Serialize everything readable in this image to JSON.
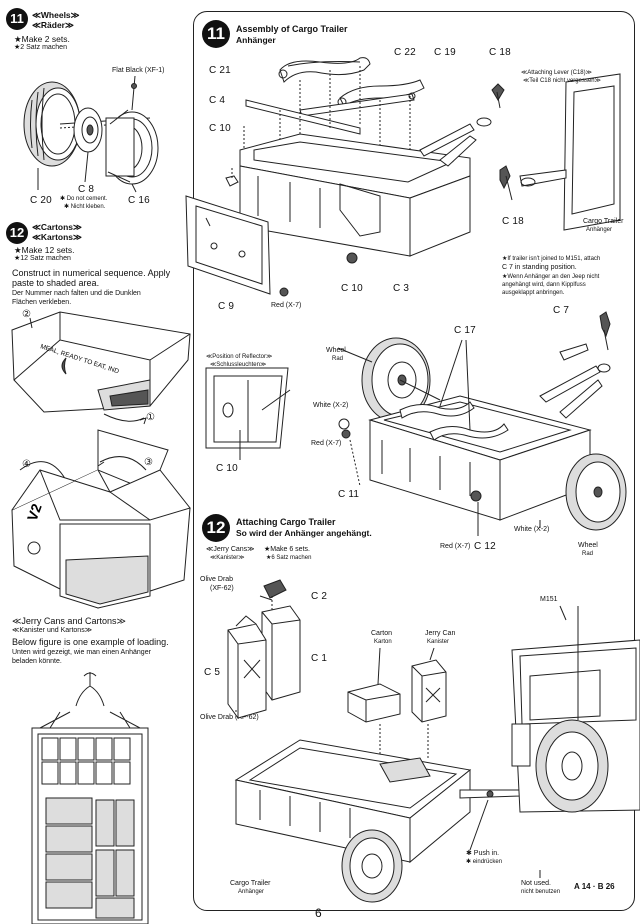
{
  "step11_wheels": {
    "number": "11",
    "title_en": "≪Wheels≫",
    "title_de": "≪Räder≫",
    "note_en": "★Make 2 sets.",
    "note_de": "★2 Satz machen",
    "paint_label": "Flat Black (XF-1)",
    "parts": {
      "c20": "C 20",
      "c8": "C 8",
      "c16": "C 16"
    },
    "cement_en": "✱ Do not cement.",
    "cement_de": "✱ Nicht kleben."
  },
  "step12_cartons": {
    "number": "12",
    "title_en": "≪Cartons≫",
    "title_de": "≪Kartons≫",
    "note_en": "★Make 12 sets.",
    "note_de": "★12 Satz machen",
    "instr_en_1": "Construct in numerical sequence. Apply",
    "instr_en_2": "paste to shaded area.",
    "instr_de_1": "Der Nummer nach falten und die Dunklen",
    "instr_de_2": "Flächen verkleben.",
    "step1": "①",
    "step2": "②",
    "step3": "③",
    "step4": "④",
    "carton_text_a": "MEAL, READY TO EAT, IND",
    "carton_text_b": "V2"
  },
  "loading": {
    "title_en": "≪Jerry Cans and Cartons≫",
    "title_de": "≪Kanister und Kartons≫",
    "desc_en": "Below figure is one example of loading.",
    "desc_de_1": "Unten wird gezeigt, wie man einen Anhänger",
    "desc_de_2": "beladen könnte."
  },
  "step11_trailer": {
    "number": "11",
    "title_en": "Assembly of Cargo Trailer",
    "title_de": "Anhänger",
    "parts": {
      "c21": "C 21",
      "c22": "C 22",
      "c19": "C 19",
      "c18": "C 18",
      "c4": "C 4",
      "c10": "C 10",
      "c9": "C 9",
      "c10b": "C 10",
      "c3": "C 3",
      "c18b": "C 18",
      "c17": "C 17",
      "c7": "C 7",
      "c10c": "C 10",
      "c11": "C 11",
      "c12": "C 12"
    },
    "red_x7": "Red (X-7)",
    "lever_en": "≪Attaching Lever (C18)≫",
    "lever_de": "≪Teil C18 nicht vergessen≫",
    "cargo_trailer_en": "Cargo Trailer",
    "cargo_trailer_de": "Anhänger",
    "standing_en_1": "★If trailer isn't joined to M151, attach",
    "standing_en_2": "C 7 in standing position.",
    "standing_de_1": "★Wenn Anhänger an den Jeep nicht",
    "standing_de_2": "angehängt wird, dann Kipplfuss",
    "standing_de_3": "ausgeklappt anbringen.",
    "reflector_en": "≪Position of Reflector≫",
    "reflector_de": "≪Schlussleuchten≫",
    "wheel_en": "Wheel",
    "wheel_de": "Rad",
    "white_x2": "White (X-2)",
    "red_x7b": "Red (X-7)",
    "red_x7c": "Red (X-7)",
    "white_x2b": "White (X-2)",
    "wheel_en_b": "Wheel",
    "wheel_de_b": "Rad"
  },
  "step12_attaching": {
    "number": "12",
    "title_en": "Attaching Cargo Trailer",
    "title_de": "So wird der Anhänger angehängt.",
    "jerry_en": "≪Jerry Cans≫",
    "jerry_de": "≪Kanister≫",
    "make_en": "★Make 6 sets.",
    "make_de": "★6 Satz machen",
    "olive_1": "Olive Drab",
    "olive_1b": "(XF-62)",
    "olive_2": "Olive Drab (XF-62)",
    "c2": "C 2",
    "c1": "C 1",
    "c5": "C 5",
    "carton_en": "Carton",
    "carton_de": "Karton",
    "jerrycan_en": "Jerry Can",
    "jerrycan_de": "Kanister",
    "m151": "M151",
    "cargo_trailer_en": "Cargo Trailer",
    "cargo_trailer_de": "Anhänger",
    "push_en": "✱ Push in.",
    "push_de": "✱ eindrücken",
    "notused_en": "Not used.",
    "notused_de": "nicht benutzen"
  },
  "footer": {
    "page_number": "6",
    "code": "A 14 · B 26"
  }
}
